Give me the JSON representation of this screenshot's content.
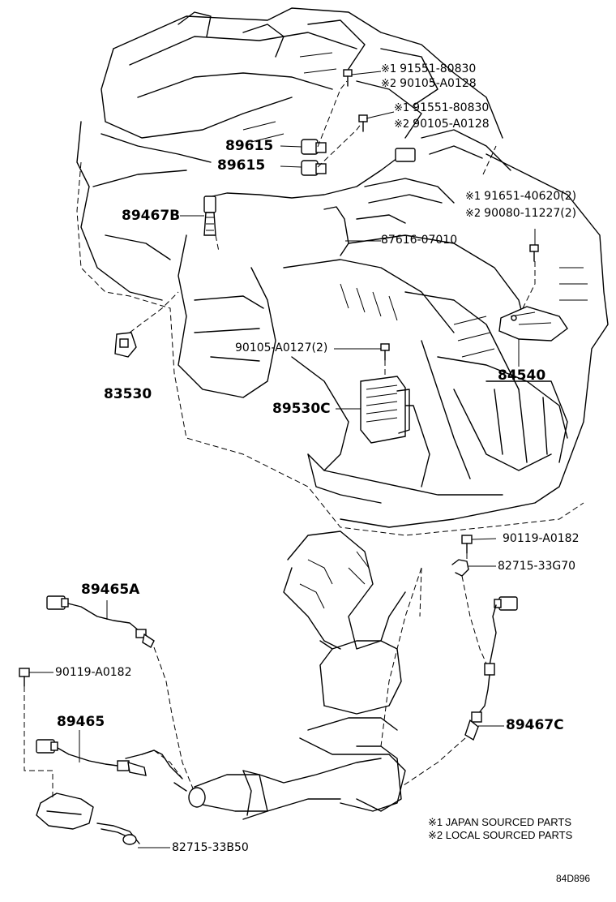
{
  "labels": {
    "p1": "89615",
    "p2": "89615",
    "p3": "89467B",
    "p4": "83530",
    "p5": "89530C",
    "p6": "84540",
    "p7": "89465A",
    "p8": "89465",
    "p9": "89467C",
    "p10": "82715-33B50",
    "p11": "90119-A0182",
    "p12": "90119-A0182",
    "p13": "82715-33G70",
    "p14": "87616-07010",
    "p15": "90105-A0127(2)"
  },
  "bolt_callouts": [
    {
      "mark": "※1",
      "part": "91551-80830"
    },
    {
      "mark": "※2",
      "part": "90105-A0128"
    },
    {
      "mark": "※1",
      "part": "91551-80830"
    },
    {
      "mark": "※2",
      "part": "90105-A0128"
    },
    {
      "mark": "※1",
      "part": "91651-40620(2)"
    },
    {
      "mark": "※2",
      "part": "90080-11227(2)"
    }
  ],
  "legend": [
    "※1 JAPAN SOURCED PARTS",
    "※2 LOCAL SOURCED PARTS"
  ],
  "figure_id": "84D896"
}
